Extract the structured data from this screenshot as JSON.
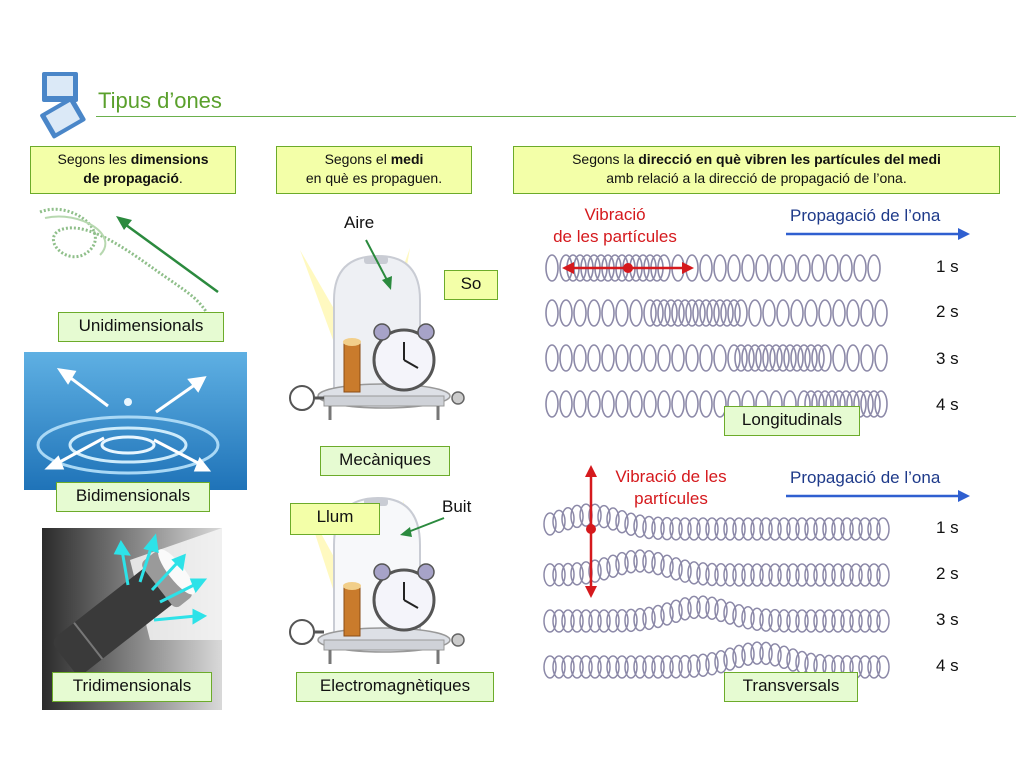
{
  "title": "Tipus d’ones",
  "headers": {
    "dimensions": {
      "pre": "Segons les ",
      "bold1": "dimensions",
      "bold2": "de propagació",
      "post": "."
    },
    "medi": {
      "pre": "Segons el ",
      "bold": "medi",
      "line2": "en què es propaguen."
    },
    "direccio": {
      "pre": "Segons la ",
      "bold": "direcció en què vibren les partícules del medi",
      "line2": "amb relació a la direcció de propagació de l’ona."
    }
  },
  "dimension_labels": {
    "uni": "Unidimensionals",
    "bi": "Bidimensionals",
    "tri": "Tridimensionals"
  },
  "medi_labels": {
    "aire": "Aire",
    "so": "So",
    "mecaniques": "Mecàniques",
    "buit": "Buit",
    "llum": "Llum",
    "electro": "Electromagnètiques"
  },
  "longitudinal": {
    "vibracio": "Vibració",
    "vibracio2": "de les partícules",
    "propagacio": "Propagació de l’ona",
    "times": [
      "1 s",
      "2 s",
      "3 s",
      "4 s"
    ],
    "label": "Longitudinals"
  },
  "transversal": {
    "vibracio": "Vibració de les",
    "vibracio2": "partícules",
    "propagacio": "Propagació de l’ona",
    "times": [
      "1 s",
      "2 s",
      "3 s",
      "4 s"
    ],
    "label": "Transversals"
  },
  "colors": {
    "accent_green": "#5aa02c",
    "red": "#d5191d",
    "blue": "#2f5fd0",
    "spring": "#8c89a8"
  }
}
